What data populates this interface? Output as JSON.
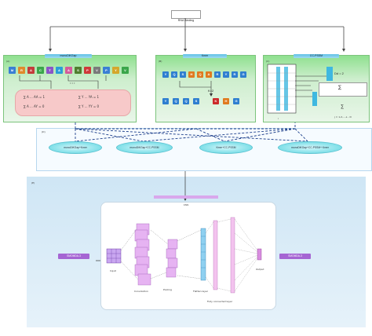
{
  "top_label": "RNA Binding",
  "panel_a": {
    "tag": "(A)",
    "title": "monoDiKGap",
    "sequence": [
      "M",
      "R",
      "A",
      "C",
      "T",
      "A",
      "A",
      "S",
      "P",
      "V",
      "P",
      "Y",
      "V"
    ],
    "seq_colors": [
      "#3a7fd4",
      "#e08a2c",
      "#c43c3c",
      "#3aa64a",
      "#8a55c6",
      "#2a9fd6",
      "#d45a9a",
      "#4f7f2f",
      "#cf3a3a",
      "#7a7a7a",
      "#3a7fd4",
      "#d4a72c",
      "#3aa64a"
    ],
    "formulas": [
      "∑ A ... AA = 1",
      "∑ A ... AY = 0",
      "∑ Y ... YA = 1",
      "∑ Y ... YY = 0"
    ]
  },
  "panel_b": {
    "tag": "(B)",
    "title": "Kmer",
    "sequence": [
      "Y",
      "Q",
      "S",
      "H",
      "Q",
      "A",
      "R",
      "Y",
      "R",
      "G"
    ],
    "k_label": "K=2",
    "pieces": [
      "Y",
      "Q",
      "Q",
      "S",
      "K",
      "H",
      "G"
    ]
  },
  "panel_c": {
    "tag": "(C)",
    "title": "CC-PSSM",
    "d_label": "Dd = 2",
    "sum_label": "∑",
    "index_label": "j = 1,2,...,L - D",
    "row_label": "i"
  },
  "panel_d": {
    "tag": "(D)",
    "combos": [
      "monoDiKGap+Kmer",
      "monoDiKGap+CC-PSSM",
      "Kmer+CC-PSSM",
      "monoDiKGap+CC-PSSM+ Kmer"
    ]
  },
  "panel_e": {
    "tag": "(E)",
    "title": "CNN",
    "left_tag": "SMOMDA-3",
    "right_tag": "SMOMDA-3",
    "labels": {
      "input": "Input",
      "convolution": "Convolution",
      "pooling": "Pooling",
      "flatten": "Flatten layer",
      "fc": "Fully connected layer",
      "output": "Output"
    }
  }
}
